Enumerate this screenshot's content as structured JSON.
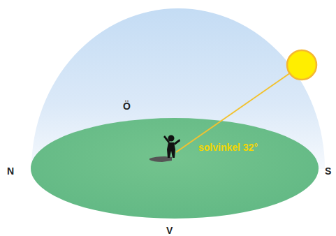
{
  "diagram": {
    "labels": [
      "Ö",
      "N",
      "S",
      "V",
      "solvinkel 32°"
    ]
  }
}
